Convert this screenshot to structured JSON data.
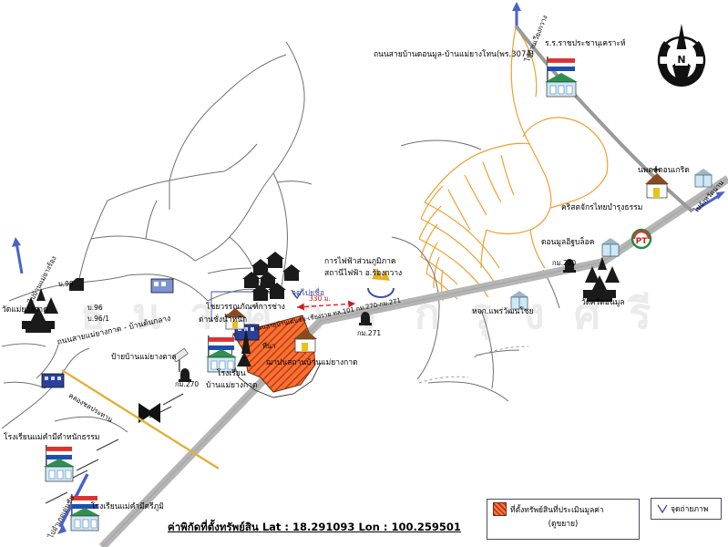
{
  "document": {
    "type": "property-appraisal-location-map",
    "watermark": "ธนาคาร กรุงศรี แพร่ บุรี"
  },
  "footer": {
    "label": "ค่าพิกัดที่ตั้งทรัพย์สิน",
    "lat_label": "Lat :",
    "lat_value": "18.291093",
    "lon_label": "Lon :",
    "lon_value": "100.259501",
    "full": "ค่าพิกัดที่ตั้งทรัพย์สิน  Lat : 18.291093  Lon : 100.259501"
  },
  "legend": {
    "property": {
      "text": "ที่ตั้งทรัพย์สินที่ประเมินมูลค่า",
      "subtext": "(ดูขยาย)",
      "swatch_color": "#e8622a",
      "swatch_hatch_color": "#c4281b"
    },
    "photo_point": {
      "text": "จุดถ่ายภาพ",
      "icon": "chevron-v-icon"
    }
  },
  "compass": {
    "label": "N",
    "icon": "compass-rose-icon"
  },
  "labels": {
    "road_dan_mun": "ถนนสายบ้านดอนมูล-บ้านแม่ยางโทน(พร.3074)",
    "school_ratchaprachanukhro": "ร.ร.ราชประชานุเคราะห์",
    "to_ban_rong_kwang": "ไปบ้านเวียงกวาง",
    "napadon_koet": "นพดลดอนเกริด",
    "christ_church": "คริสตจักรไทยบำรุงธรรม",
    "donmun_itblock": "ดอนมูลอิฐบล็อค",
    "km270_right": "กม.270",
    "wat_sri_donmun": "วัดศรีดอนมูล",
    "hojok_phrae": "หจก.แพร่วัฒนโชย",
    "pea_line1": "การไฟฟ้าส่วนภูมิภาค",
    "pea_line2": "สถานีไฟฟ้า อ.ร้องกวาง",
    "photo_point_center": "จุดไปยชื่อ",
    "distance_330": "330 ม.",
    "highway_101": "ถนนสายบ้านเด่นชัย-เชียงราย ทล.101 กม.270-กม.271",
    "km271": "กม.271",
    "chaiwan_hardware": "โชยวรรณภัณฑ์การช่าง",
    "weigh_station": "ด่านชั่งน้ำหนัก",
    "rice_field": "ที่นา",
    "school_ban_mae_yang_kat_1": "โรงเรียน",
    "school_ban_mae_yang_kat_2": "บ้านแม่ยางกาด",
    "crematorium": "ฌาปนสถานบ้านแม่ยางกาด",
    "sign_ban_mae_yang_tan": "ป้ายบ้านแม่ยางตาล",
    "km270_left": "กม.270",
    "irrigation_canal": "คลองชลประทาน",
    "school_mae_kham_mi_tamnak": "โรงเรียนแม่คำมีตำหนักธรรม",
    "school_mae_kham_mi_sriphum": "โรงเรียนแม่คำมีศรีภูมิ",
    "to_den_chai": "ไปอำเภอเด่นชัย",
    "to_ban_mae_yang_rong": "ไปบ้านแม่ยางร้อง",
    "wat_mae_yang_kat": "วัดแม่ยางกาด",
    "road_mae_yang_kat": "ถนนสายแม่ยางกาด - บ้านต้นกลาง",
    "house_98": "บ.98",
    "house_96": "บ.96",
    "house_96_1": "บ.96/1",
    "to_nan": "ไปจังหวัดน่าน",
    "ptt_icon_name": "gas-station-icon"
  },
  "colors": {
    "highway": "#a9a9a9",
    "local_road": "#6f6f6f",
    "village_road": "#f0a030",
    "canal": "#e8b43c",
    "property_fill": "#e8622a",
    "arrow_blue": "#4a62c8",
    "red_text": "#d11a1a"
  }
}
